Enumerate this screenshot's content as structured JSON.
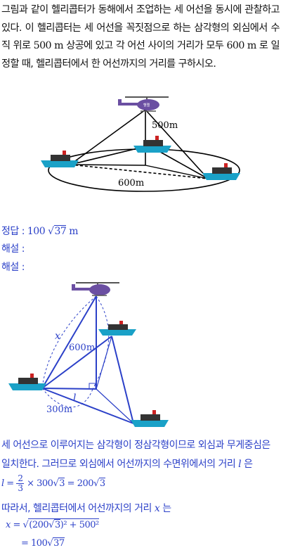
{
  "problem": {
    "text_a": "그림과 같이 헬리콥터가 동해에서 조업하는 세 어선을 동시에 관찰하고 있다. 이 헬리콥터는 세 어선을 꼭짓점으로 하는 삼각형의 외심에서 수직 위로 ",
    "height": "500 m",
    "text_b": " 상공에 있고 각 어선 사이의 거리가 모두 ",
    "distance": "600 m",
    "text_c": " 로 일정할 때, 헬리콥터에서 한 어선까지의 거리를 구하시오."
  },
  "figure1": {
    "label_height": "500m",
    "label_side": "600m",
    "heli_text": "헬렐"
  },
  "answer": {
    "label": "정답 :",
    "value_coef": "100",
    "value_rad": "37",
    "value_unit": "m"
  },
  "haeseol1": "해설 :",
  "haeseol2": "해설 :",
  "figure2": {
    "label_x": "x",
    "label_600": "600m",
    "label_l": "l",
    "label_300": "300m"
  },
  "explanation": {
    "line1": "세 어선으로 이루어지는 삼각형이 정삼각형이므로 외심과 무게중심은",
    "line2_a": "일치한다. 그러므로 외심에서 어선까지의 수면위에서의 거리 ",
    "line2_var": "l",
    "line2_b": " 은",
    "eq1_lhs": "l =",
    "eq1_num": "2",
    "eq1_den": "3",
    "eq1_mid": "× 300",
    "eq1_rad": "3",
    "eq1_eq": "= 200",
    "eq1_rad2": "3",
    "line3_a": "따라서, 헬리콥터에서 어선까지의 거리 ",
    "line3_var": "x",
    "line3_b": " 는",
    "eq2_lhs": "x =",
    "eq2_inner": "(200",
    "eq2_rad": "3",
    "eq2_rest": ")² + 500²",
    "eq3_eq": "= 100",
    "eq3_rad": "37"
  }
}
